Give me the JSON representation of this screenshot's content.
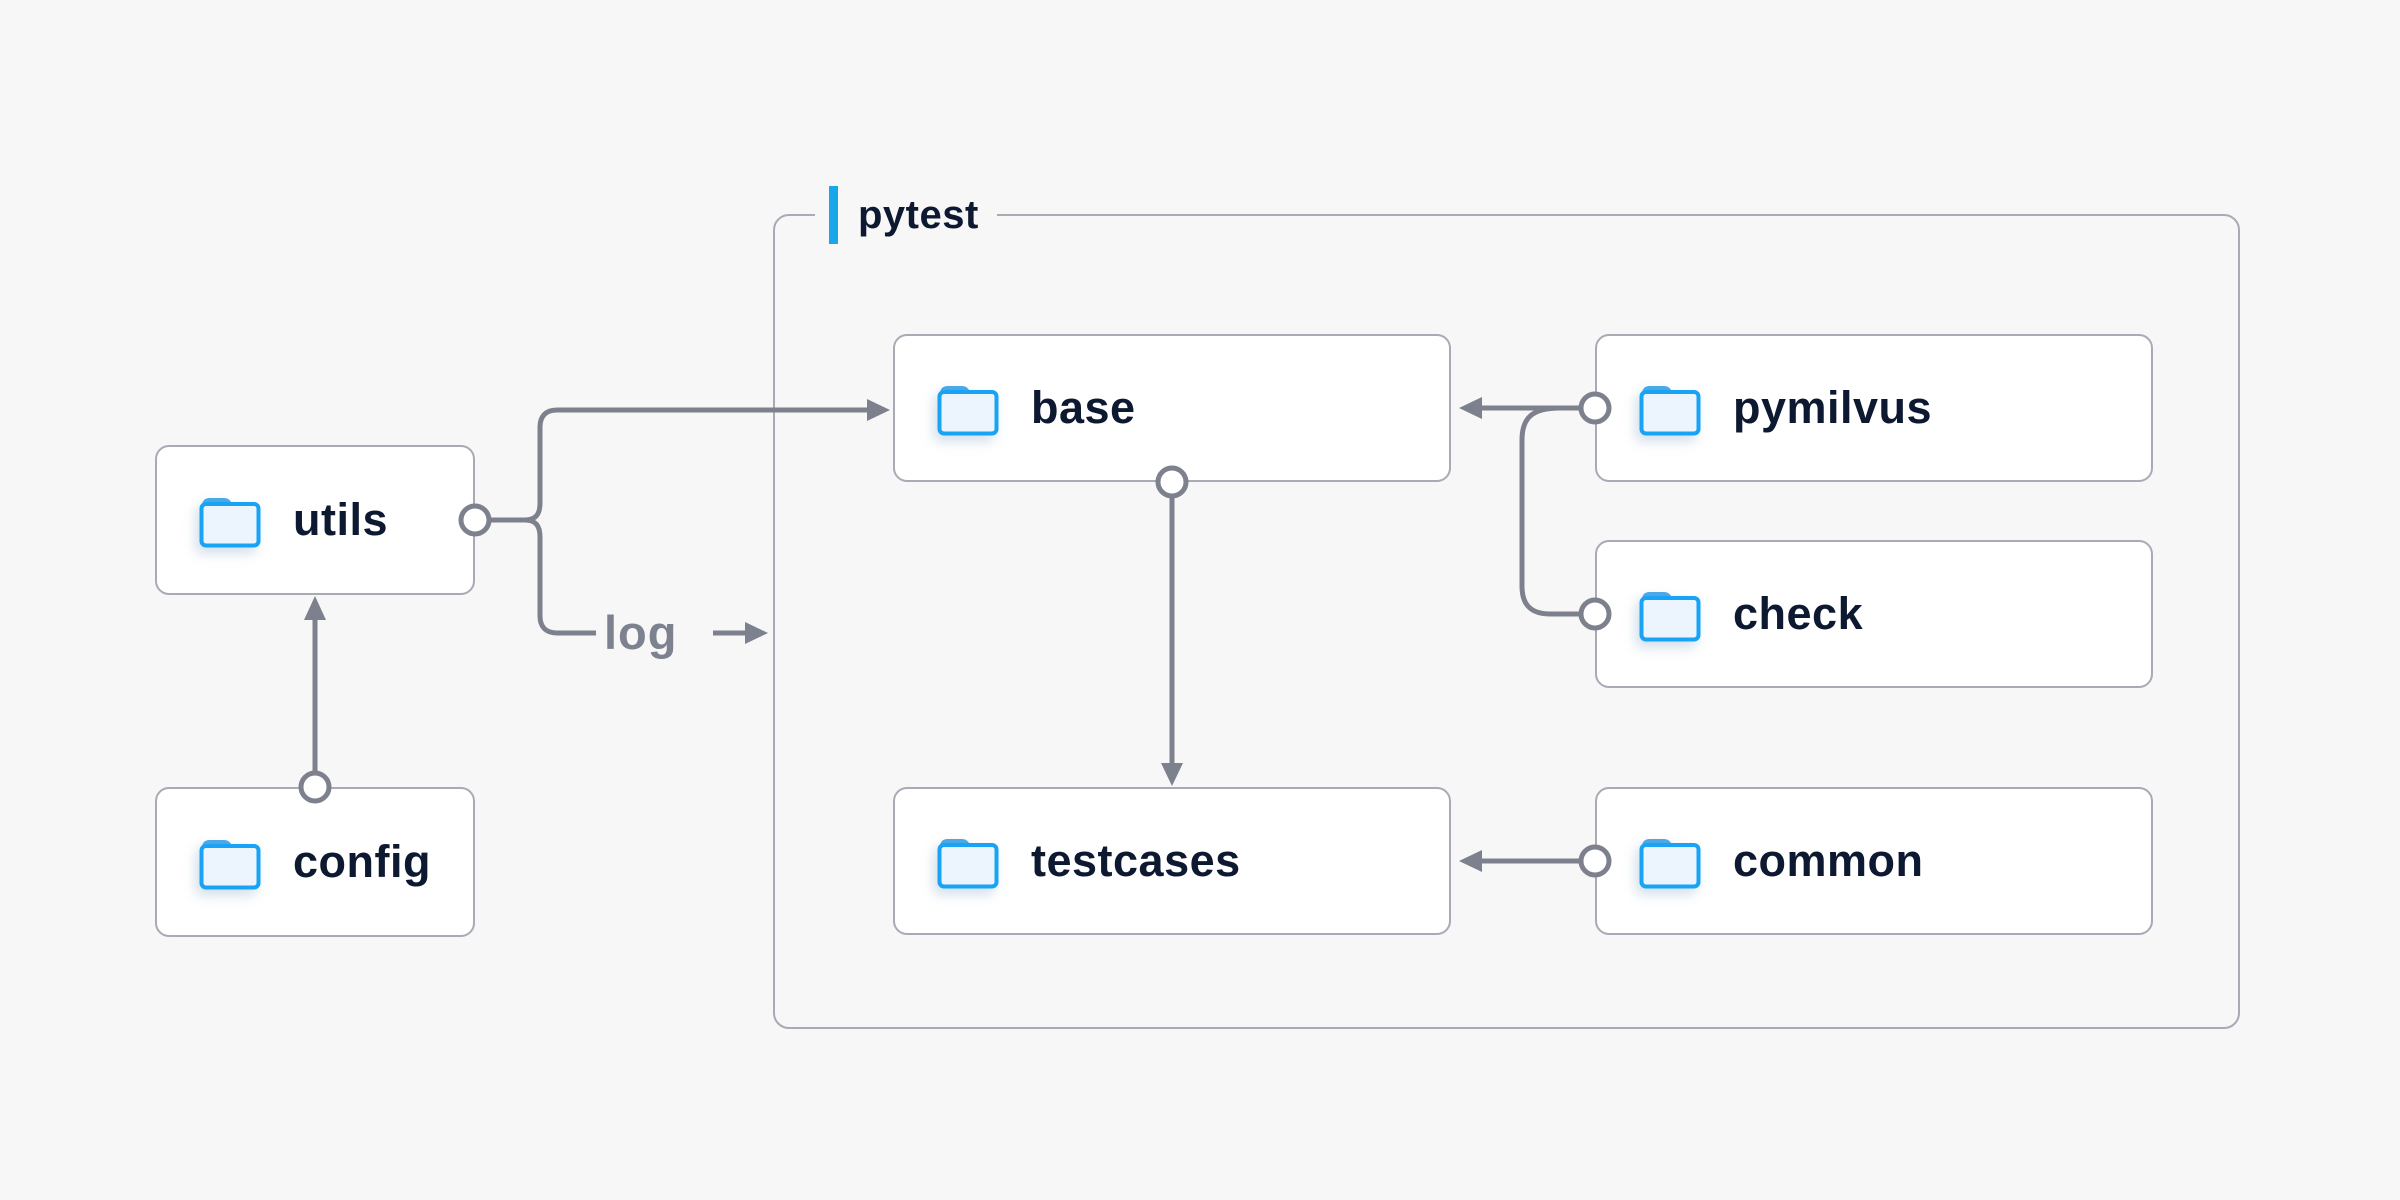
{
  "diagram": {
    "container": {
      "label": "pytest"
    },
    "nodes": [
      {
        "id": "utils",
        "label": "utils",
        "icon": "folder"
      },
      {
        "id": "config",
        "label": "config",
        "icon": "folder"
      },
      {
        "id": "base",
        "label": "base",
        "icon": "folder"
      },
      {
        "id": "pymilvus",
        "label": "pymilvus",
        "icon": "folder"
      },
      {
        "id": "check",
        "label": "check",
        "icon": "folder"
      },
      {
        "id": "testcases",
        "label": "testcases",
        "icon": "folder"
      },
      {
        "id": "common",
        "label": "common",
        "icon": "folder"
      }
    ],
    "edge_label": {
      "text": "log"
    },
    "edges": [
      {
        "from": "config",
        "to": "utils",
        "style": "arrow-circle"
      },
      {
        "from": "utils",
        "to": "base",
        "style": "arrow-circle"
      },
      {
        "from": "utils",
        "to": "pytest",
        "style": "arrow-circle",
        "label": "log"
      },
      {
        "from": "pymilvus",
        "to": "base",
        "style": "arrow-circle"
      },
      {
        "from": "check",
        "to": "base",
        "style": "arrow-circle"
      },
      {
        "from": "base",
        "to": "testcases",
        "style": "arrow-circle"
      },
      {
        "from": "common",
        "to": "testcases",
        "style": "arrow-circle"
      }
    ]
  },
  "colors": {
    "background": "#f7f7f8",
    "node_fill": "#ffffff",
    "node_border": "#a9aab5",
    "connector": "#7d818d",
    "accent_bar": "#18a8ea",
    "folder_blue": "#19a3f4",
    "folder_tab_blue": "#4aa8e9",
    "label_text": "#0d1930",
    "edge_label_text": "#7e8290"
  }
}
